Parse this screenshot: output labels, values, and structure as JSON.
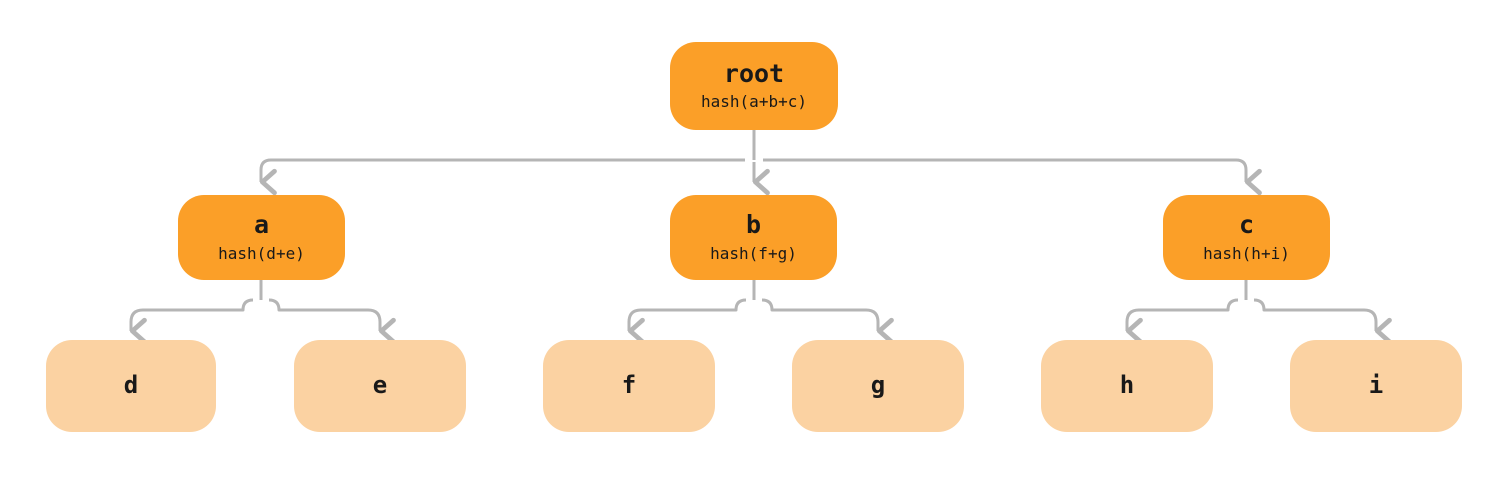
{
  "diagram": {
    "title": "merkle-tree",
    "colors": {
      "background": "#ffffff",
      "branch_fill": "#FB9F28",
      "leaf_fill": "#FBD2A2",
      "edge_stroke": "#B5B5B5",
      "text": "#191919"
    },
    "levels": [
      {
        "name": "root-level",
        "nodes": [
          {
            "id": "root",
            "label": "root",
            "hash": "hash(a+b+c)",
            "kind": "root"
          }
        ]
      },
      {
        "name": "branch-level",
        "nodes": [
          {
            "id": "a",
            "label": "a",
            "hash": "hash(d+e)",
            "kind": "branch"
          },
          {
            "id": "b",
            "label": "b",
            "hash": "hash(f+g)",
            "kind": "branch"
          },
          {
            "id": "c",
            "label": "c",
            "hash": "hash(h+i)",
            "kind": "branch"
          }
        ]
      },
      {
        "name": "leaf-level",
        "nodes": [
          {
            "id": "d",
            "label": "d",
            "hash": "",
            "kind": "leaf"
          },
          {
            "id": "e",
            "label": "e",
            "hash": "",
            "kind": "leaf"
          },
          {
            "id": "f",
            "label": "f",
            "hash": "",
            "kind": "leaf"
          },
          {
            "id": "g",
            "label": "g",
            "hash": "",
            "kind": "leaf"
          },
          {
            "id": "h",
            "label": "h",
            "hash": "",
            "kind": "leaf"
          },
          {
            "id": "i",
            "label": "i",
            "hash": "",
            "kind": "leaf"
          }
        ]
      }
    ],
    "edges": [
      {
        "from": "root",
        "to": "a"
      },
      {
        "from": "root",
        "to": "b"
      },
      {
        "from": "root",
        "to": "c"
      },
      {
        "from": "a",
        "to": "d"
      },
      {
        "from": "a",
        "to": "e"
      },
      {
        "from": "b",
        "to": "f"
      },
      {
        "from": "b",
        "to": "g"
      },
      {
        "from": "c",
        "to": "h"
      },
      {
        "from": "c",
        "to": "i"
      }
    ]
  }
}
